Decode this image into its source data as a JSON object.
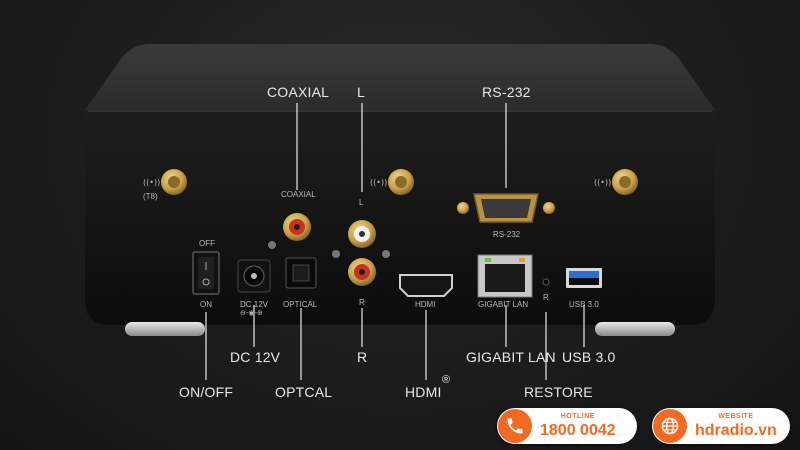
{
  "callouts": {
    "coaxial": "COAXIAL",
    "left": "L",
    "rs232": "RS-232",
    "dc12v": "DC 12V",
    "right": "R",
    "gigabit_lan": "GIGABIT LAN",
    "usb30": "USB 3.0",
    "onoff": "ON/OFF",
    "optical": "OPTCAL",
    "hdmi": "HDMI",
    "hdmi_mark": "®",
    "restore": "RESTORE"
  },
  "panel_labels": {
    "t8": "(T8)",
    "coaxial": "COAXIAL",
    "l": "L",
    "r": "R",
    "rs232": "RS-232",
    "off": "OFF",
    "on": "ON",
    "dc12v": "DC 12V",
    "dc_polarity": "⊖-◉-⊕",
    "optical": "OPTICAL",
    "hdmi": "HDMI",
    "gigabit_lan": "GIGABIT LAN",
    "restore_mark": "R",
    "usb30": "USB 3.0"
  },
  "badges": {
    "hotline_label": "HOTLINE",
    "hotline_number": "1800 0042",
    "website_label": "WEBSITE",
    "website_url": "hdradio.vn"
  },
  "icons": [
    "phone-icon",
    "globe-icon",
    "wifi-antenna-icon"
  ],
  "colors": {
    "accent": "#f26a21",
    "gold": "#c9a24a",
    "rca_red": "#c8321e",
    "usb_blue": "#2a6fd6"
  }
}
